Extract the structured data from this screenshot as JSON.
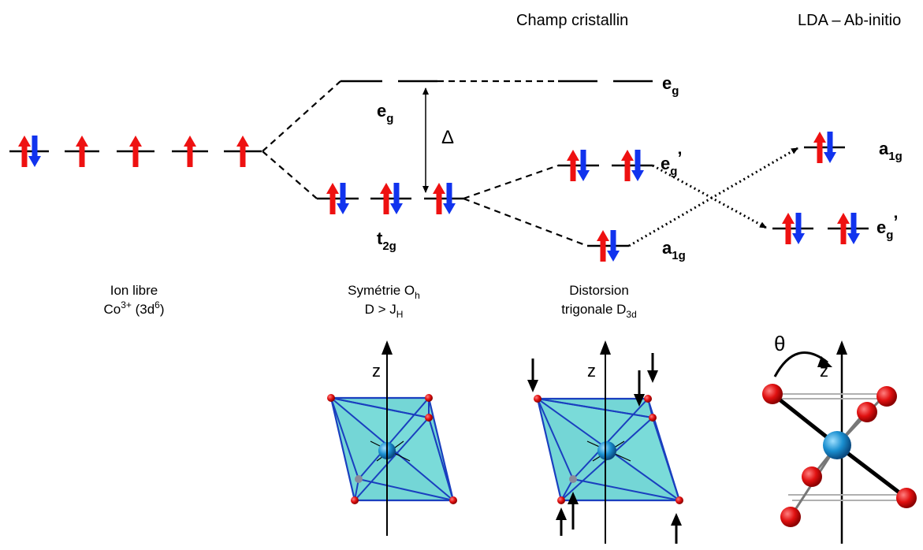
{
  "headers": {
    "crystal_field": "Champ cristallin",
    "lda": "LDA – Ab-initio"
  },
  "labels": {
    "eg_top": {
      "base": "e",
      "sub": "g"
    },
    "eg_oh": {
      "base": "e",
      "sub": "g"
    },
    "t2g": {
      "base": "t",
      "sub": "2g"
    },
    "delta": "Δ",
    "eg_prime_mid": {
      "base": "e",
      "sub": "g",
      "sup": "’"
    },
    "a1g_mid": {
      "base": "a",
      "sub": "1g"
    },
    "a1g_right": {
      "base": "a",
      "sub": "1g"
    },
    "eg_prime_right": {
      "base": "e",
      "sub": "g",
      "sup": "’"
    }
  },
  "captions": {
    "free_ion": {
      "line1": "Ion libre",
      "line2_a": "Co",
      "line2_sup": "3+",
      "line2_b": " (3d",
      "line2_sup2": "6",
      "line2_c": ")"
    },
    "oh": {
      "line1_a": "Symétrie O",
      "line1_sub": "h",
      "line2_a": "D > J",
      "line2_sub": "H"
    },
    "d3d": {
      "line1": "Distorsion",
      "line2_a": "trigonale D",
      "line2_sub": "3d"
    }
  },
  "axes": {
    "z1": "z",
    "z2": "z",
    "z3": "z",
    "theta": "θ"
  },
  "colors": {
    "spin_up": "#ee1111",
    "spin_down": "#1133ee",
    "octa_fill": "#5ccfcf",
    "octa_edge": "#1a3fbf",
    "atom_red": "#dd1111",
    "atom_blue": "#1a8fd0"
  },
  "icons": [
    "spin-up-arrow-icon",
    "spin-down-arrow-icon",
    "octahedron-icon",
    "trigonal-prism-icon"
  ]
}
